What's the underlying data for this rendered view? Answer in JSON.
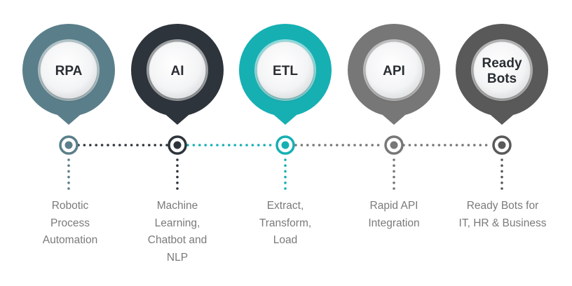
{
  "colors": {
    "rpa": "#5a7f8a",
    "ai": "#2e343b",
    "etl": "#16b0b3",
    "api": "#777777",
    "bots": "#595959",
    "description_text": "#7a7a7a",
    "label_text": "#2a2e33"
  },
  "steps": [
    {
      "label": "RPA",
      "description": "Robotic\nProcess\nAutomation"
    },
    {
      "label": "AI",
      "description": "Machine\nLearning,\nChatbot and\nNLP"
    },
    {
      "label": "ETL",
      "description": "Extract,\nTransform,\nLoad"
    },
    {
      "label": "API",
      "description": "Rapid API\nIntegration"
    },
    {
      "label": "Ready\nBots",
      "description": "Ready Bots for\nIT, HR & Business"
    }
  ]
}
